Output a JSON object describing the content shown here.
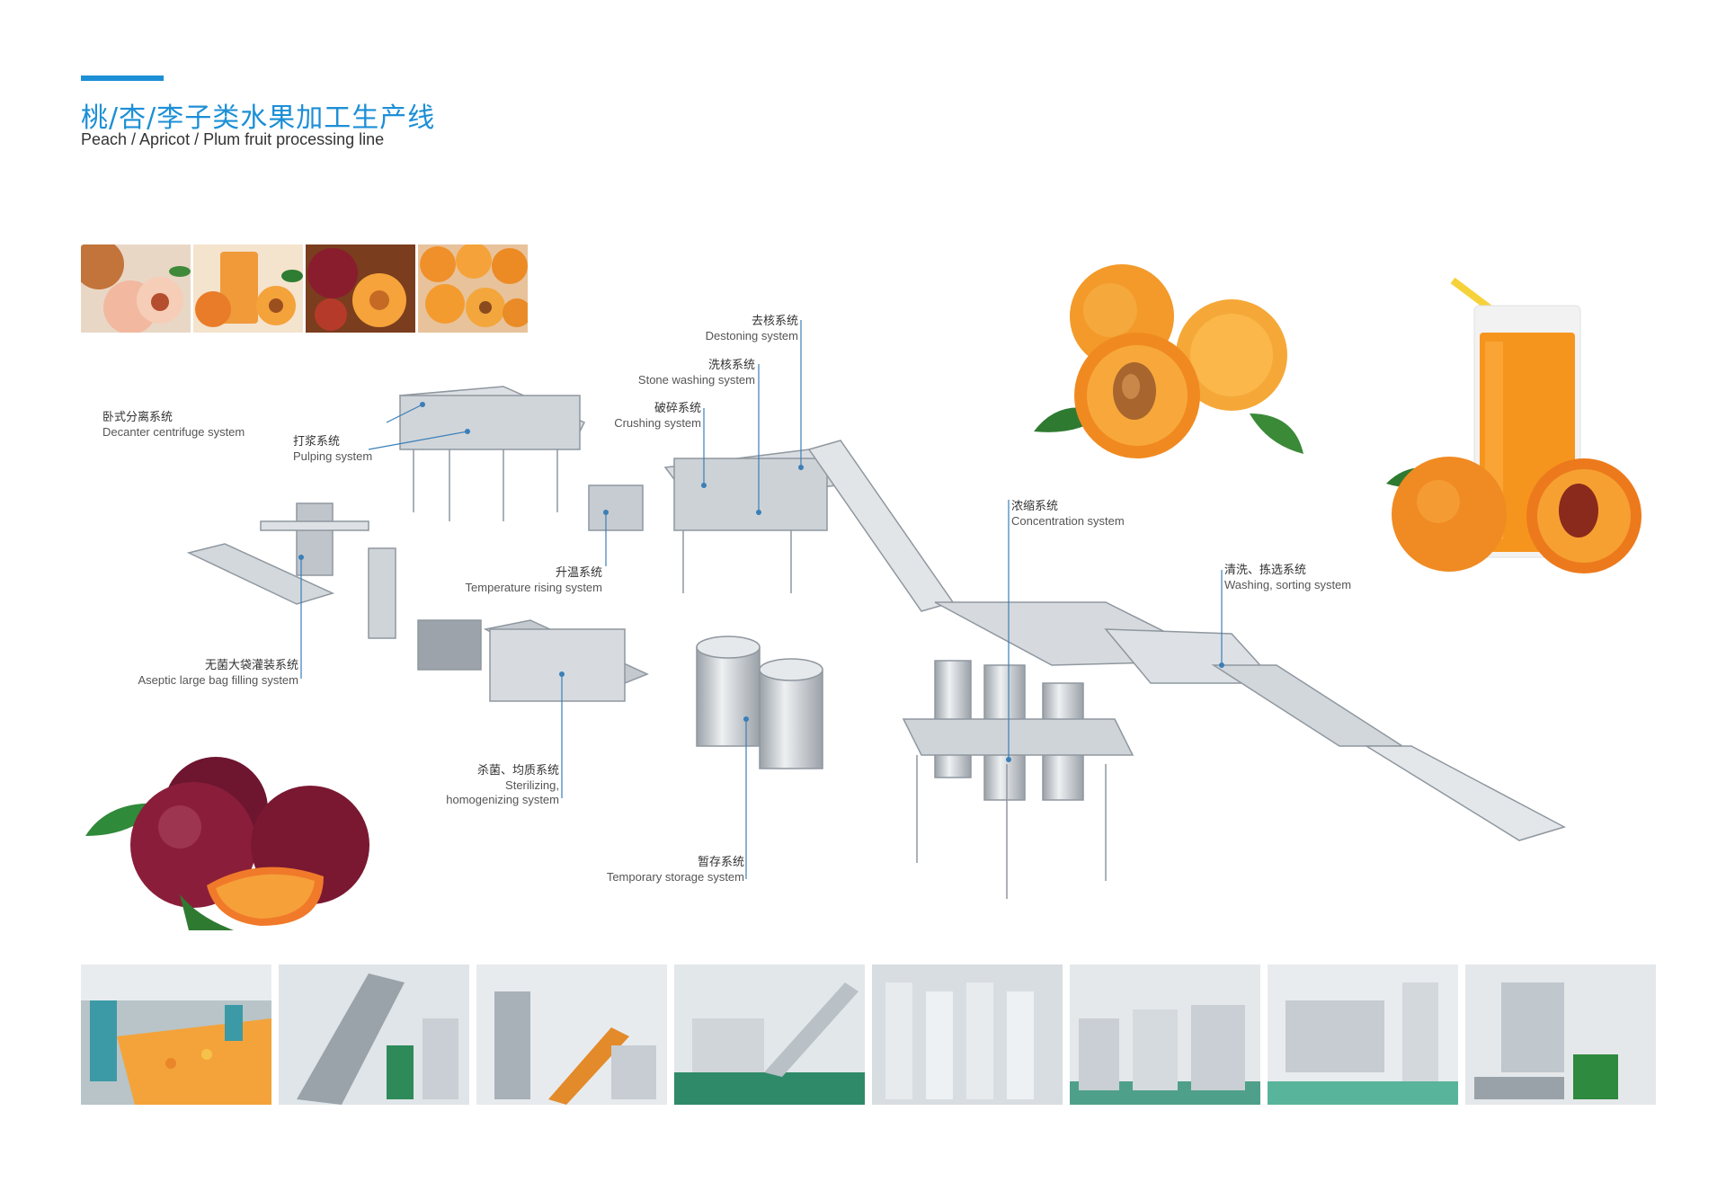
{
  "header": {
    "title_cn": "桃/杏/李子类水果加工生产线",
    "title_en": "Peach / Apricot / Plum fruit processing line"
  },
  "colors": {
    "accent": "#1c8fd6",
    "leader": "#3a7fb8",
    "steel": "#c9ced4",
    "steel_dark": "#8f979f",
    "apricot": "#f39a2a",
    "plum": "#7a1a34"
  },
  "callouts": {
    "destoning": {
      "cn": "去核系统",
      "en": "Destoning system"
    },
    "stone_washing": {
      "cn": "洗核系统",
      "en": "Stone washing system"
    },
    "crushing": {
      "cn": "破碎系统",
      "en": "Crushing system"
    },
    "decanter": {
      "cn": "卧式分离系统",
      "en": "Decanter centrifuge system"
    },
    "pulping": {
      "cn": "打浆系统",
      "en": "Pulping system"
    },
    "temperature": {
      "cn": "升温系统",
      "en": "Temperature rising system"
    },
    "concentration": {
      "cn": "浓缩系统",
      "en": "Concentration system"
    },
    "washing": {
      "cn": "清洗、拣选系统",
      "en": "Washing, sorting system"
    },
    "aseptic": {
      "cn": "无菌大袋灌装系统",
      "en": "Aseptic large bag filling system"
    },
    "sterilizing": {
      "cn": "杀菌、均质系统",
      "en1": "Sterilizing,",
      "en2": "homogenizing system"
    },
    "storage": {
      "cn": "暂存系统",
      "en": "Temporary storage system"
    }
  },
  "top_thumbnails": [
    "peach-halves-photo",
    "apricot-juice-photo",
    "plum-slices-photo",
    "apricot-pile-photo"
  ],
  "factory_photos": [
    "sorting-line-photo",
    "elevator-conveyor-photo",
    "crushing-area-photo",
    "destoning-area-photo",
    "evaporator-photo",
    "storage-tanks-photo",
    "sterilizer-photo",
    "aseptic-filler-photo"
  ]
}
